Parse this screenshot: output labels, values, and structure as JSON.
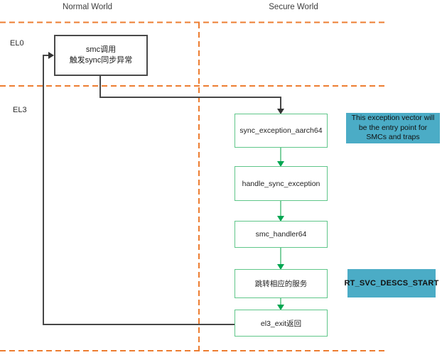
{
  "diagram": {
    "headers": {
      "left": "Normal World",
      "right": "Secure World"
    },
    "levels": {
      "el0": "EL0",
      "el3": "EL3"
    },
    "smc_box": {
      "line1": "smc调用",
      "line2": "触发sync同步异常"
    },
    "flow": [
      {
        "label": "sync_exception_aarch64"
      },
      {
        "label": "handle_sync_exception"
      },
      {
        "label": "smc_handler64"
      },
      {
        "label": "跳转相应的服务"
      },
      {
        "label": "el3_exit返回"
      }
    ],
    "notes": {
      "exception_vector": "This exception vector will be the entry point for SMCs and traps",
      "rt_svc": "RT_SVC_DESCS_START"
    },
    "colors": {
      "divider_orange": "#ED7D31",
      "flow_box_green_border": "#5FC689",
      "arrow_green": "#00A651",
      "note_teal": "#4BACC6",
      "connector_gray": "#474747",
      "smc_box_border": "#4A4A4A"
    }
  }
}
